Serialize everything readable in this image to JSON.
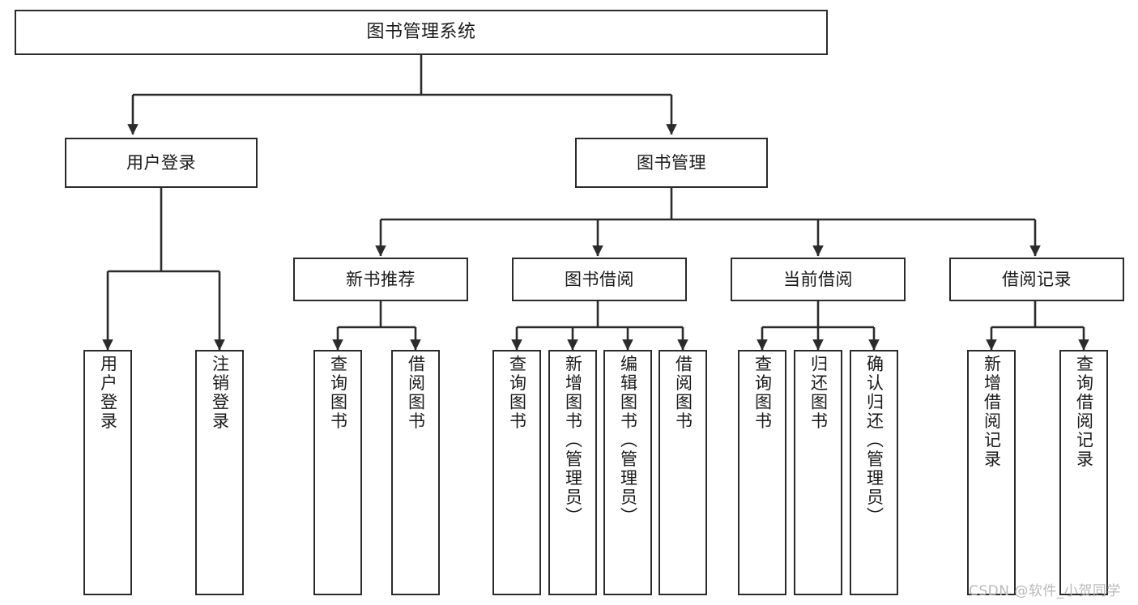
{
  "diagram": {
    "title": "图书管理系统",
    "type": "tree-hierarchy-chart",
    "stroke_color": "#2b2b2b",
    "fill_color": "#ffffff",
    "text_color": "#1a1a1a"
  },
  "root": {
    "label": "图书管理系统"
  },
  "level2": {
    "user_login": "用户登录",
    "book_manage": "图书管理"
  },
  "level3": {
    "new_book_rec": "新书推荐",
    "book_borrow": "图书借阅",
    "current_borrow": "当前借阅",
    "borrow_record": "借阅记录"
  },
  "leaves": {
    "user_login": [
      "用户登录",
      "注销登录"
    ],
    "new_book_rec": [
      "查询图书",
      "借阅图书"
    ],
    "book_borrow": [
      "查询图书",
      "新增图书（管理员）",
      "编辑图书（管理员）",
      "借阅图书"
    ],
    "current_borrow": [
      "查询图书",
      "归还图书",
      "确认归还（管理员）"
    ],
    "borrow_record": [
      "新增借阅记录",
      "查询借阅记录"
    ]
  },
  "watermark": {
    "text": "CSDN @软件_小贺同学"
  }
}
